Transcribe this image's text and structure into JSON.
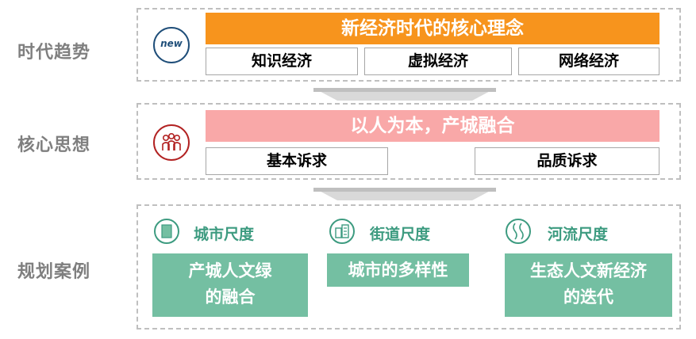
{
  "rows": [
    {
      "label": "时代趋势",
      "icon": "new-badge-icon",
      "icon_text": "new",
      "banner": "新经济时代的核心理念",
      "banner_color": "#f7941d",
      "items": [
        "知识经济",
        "虚拟经济",
        "网络经济"
      ]
    },
    {
      "label": "核心思想",
      "icon": "people-group-icon",
      "banner": "以人为本，产城融合",
      "banner_color": "#f9a8a8",
      "items": [
        "基本诉求",
        "品质诉求"
      ]
    },
    {
      "label": "规划案例",
      "columns": [
        {
          "heading": "城市尺度",
          "icon": "city-block-icon",
          "box_lines": [
            "产城人文绿",
            "的融合"
          ]
        },
        {
          "heading": "街道尺度",
          "icon": "buildings-icon",
          "box_lines": [
            "城市的多样性"
          ]
        },
        {
          "heading": "河流尺度",
          "icon": "river-icon",
          "box_lines": [
            "生态人文新经济",
            "的迭代"
          ]
        }
      ]
    }
  ],
  "colors": {
    "accent_green": "#3d9b80",
    "box_green": "#74bfa2",
    "label_gray": "#7f7f7f",
    "dashed_border": "#bfbfbf",
    "arrow_gray": "#c9c9c9"
  }
}
